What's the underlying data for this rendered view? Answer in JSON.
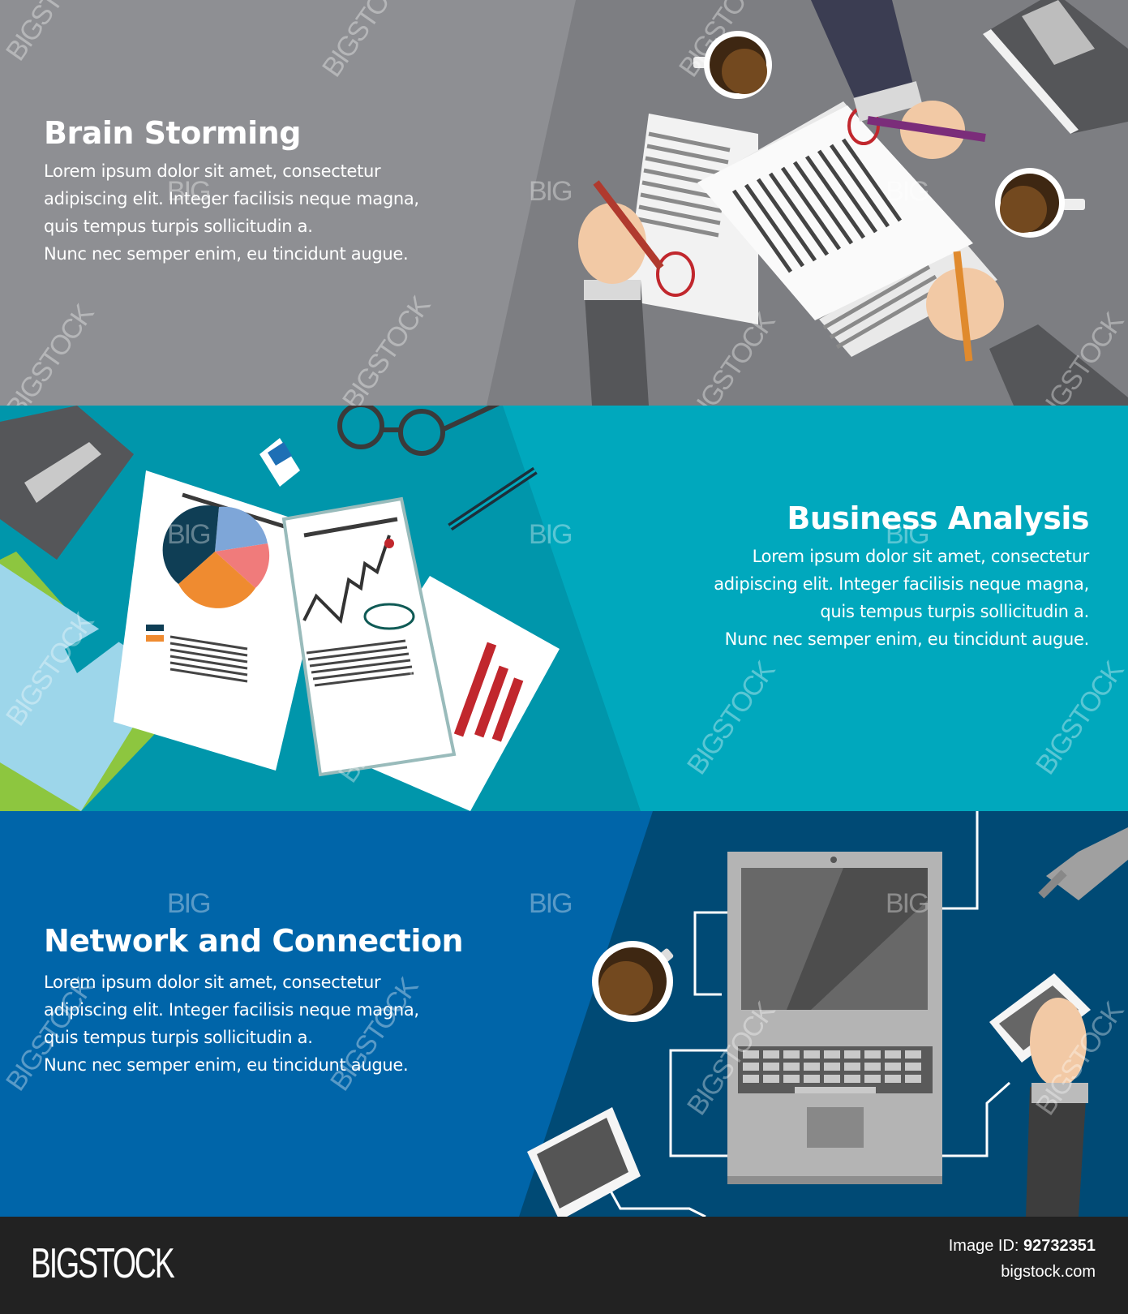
{
  "banners": [
    {
      "title": "Brain Storming",
      "body": [
        "Lorem ipsum dolor sit amet, consectetur",
        "adipiscing elit. Integer facilisis neque magna,",
        "quis tempus turpis sollicitudin a.",
        "Nunc nec semper enim, eu tincidunt augue."
      ],
      "align": "left",
      "bg_color": "#8e8f93",
      "illustration": "hands-writing-documents-coffee"
    },
    {
      "title": "Business Analysis",
      "body": [
        "Lorem ipsum dolor sit amet, consectetur",
        "adipiscing elit. Integer facilisis neque magna,",
        "quis tempus turpis sollicitudin a.",
        "Nunc nec semper enim, eu tincidunt augue."
      ],
      "align": "right",
      "bg_color": "#00a8bd",
      "illustration": "charts-reports-glasses-pencil"
    },
    {
      "title": "Network and Connection",
      "body": [
        "Lorem ipsum dolor sit amet, consectetur",
        "adipiscing elit. Integer facilisis neque magna,",
        "quis tempus turpis sollicitudin a.",
        "Nunc nec semper enim, eu tincidunt augue."
      ],
      "align": "left",
      "bg_color": "#0065a9",
      "illustration": "laptop-devices-cables-coffee"
    }
  ],
  "watermark": {
    "big": "BIG",
    "full": "BIGSTOCK"
  },
  "footer": {
    "logo": "BIGSTOCK",
    "image_id_label": "Image ID:",
    "image_id": "92732351",
    "site": "bigstock.com",
    "bg_color": "#222222"
  }
}
